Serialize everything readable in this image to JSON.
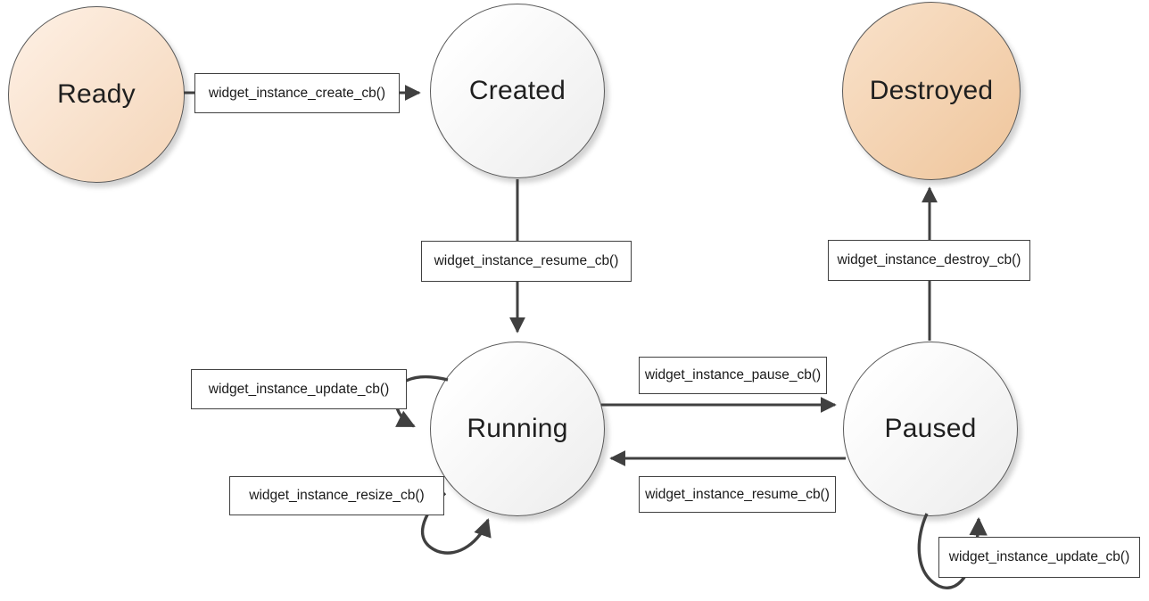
{
  "diagram": {
    "type": "state-machine",
    "states": [
      {
        "id": "ready",
        "label": "Ready",
        "fill": "peach-light"
      },
      {
        "id": "created",
        "label": "Created",
        "fill": "plain"
      },
      {
        "id": "destroyed",
        "label": "Destroyed",
        "fill": "peach-dark"
      },
      {
        "id": "running",
        "label": "Running",
        "fill": "plain"
      },
      {
        "id": "paused",
        "label": "Paused",
        "fill": "plain"
      }
    ],
    "transitions": [
      {
        "from": "ready",
        "to": "created",
        "label": "widget_instance_create_cb()"
      },
      {
        "from": "created",
        "to": "running",
        "label": "widget_instance_resume_cb()"
      },
      {
        "from": "paused",
        "to": "destroyed",
        "label": "widget_instance_destroy_cb()"
      },
      {
        "from": "running",
        "to": "running",
        "label": "widget_instance_update_cb()"
      },
      {
        "from": "running",
        "to": "paused",
        "label": "widget_instance_pause_cb()"
      },
      {
        "from": "running",
        "to": "running",
        "label": "widget_instance_resize_cb()"
      },
      {
        "from": "paused",
        "to": "running",
        "label": "widget_instance_resume_cb()"
      },
      {
        "from": "paused",
        "to": "paused",
        "label": "widget_instance_update_cb()"
      }
    ],
    "colors": {
      "state_plain_fill_top": "#ffffff",
      "state_plain_fill_bottom": "#ececec",
      "state_ready_fill_top": "#fdeee1",
      "state_ready_fill_bottom": "#f4d5b8",
      "state_destroyed_fill_top": "#f8dfc6",
      "state_destroyed_fill_bottom": "#efc59b",
      "state_border": "#595959",
      "arrow": "#404040",
      "label_box_bg": "#ffffff",
      "label_box_border": "#404040",
      "text": "#1a1a1a"
    }
  }
}
